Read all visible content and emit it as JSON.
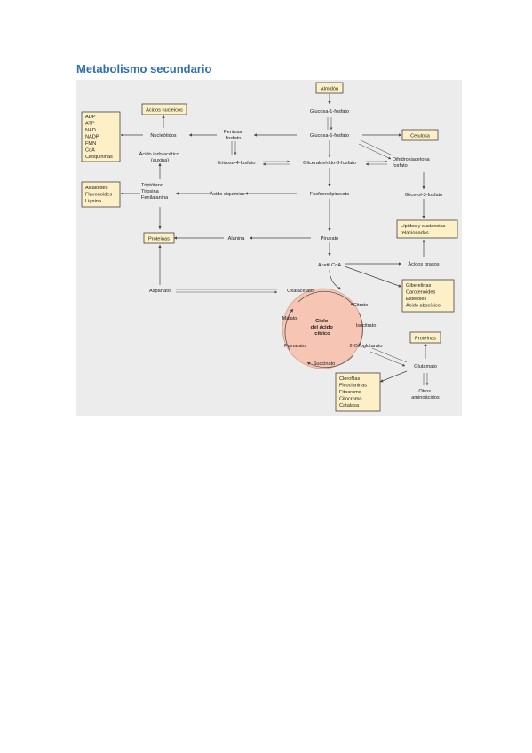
{
  "title": "Metabolismo secundario",
  "colors": {
    "title": "#2f6fb3",
    "panel": "#ececec",
    "box_fill": "#fdf0c6",
    "cycle_fill": "#f6c5b3"
  },
  "diagram": {
    "boxes": {
      "almidon": "Almidón",
      "acidos_nucleicos": "Ácidos nucleicos",
      "celulosa": "Celulosa",
      "nucleotide_products": [
        "ADP",
        "ATP",
        "NAD",
        "NADP",
        "FMN",
        "CoA",
        "Citoquininas"
      ],
      "aromatic_products": [
        "Alcaloides",
        "Flavonoides",
        "Lignina"
      ],
      "proteinas_left": "Proteínas",
      "lipidos": [
        "Lípidos y sustancias",
        "relacionadas"
      ],
      "terpenoids": [
        "Giberelinas",
        "Carotenoides",
        "Esteroles",
        "Ácido abscísico"
      ],
      "proteinas_right": "Proteínas",
      "pigments": [
        "Clorofilas",
        "Ficocianinas",
        "Fitocromo",
        "Citocromo",
        "Catalasa"
      ]
    },
    "labels": {
      "glucosa1": "Glucosa-1-fosfato",
      "glucosa6": "Glucosa-6-fosfato",
      "nucleotidos": "Nucleótidos",
      "pentosa": [
        "Pentosa",
        "fosfato"
      ],
      "indolacetico": [
        "Ácido indolacético",
        "(auxina)"
      ],
      "eritrosa": "Eritrosa-4-fosfato",
      "gliceraldehido": "Gliceraldehído-3-fosfato",
      "dihidroxiacetona": [
        "Dihidroxiacetona",
        "fosfato"
      ],
      "aminoacidos_aromaticos": [
        "Triptófano",
        "Tirosina",
        "Fenilalanina"
      ],
      "siquimico": "Ácido siquímico",
      "fosfoenolpiruvato": "Fosfoenolpiruvato",
      "glicerol3": "Glicerol-3-fosfato",
      "alanina": "Alanina",
      "piruvato": "Piruvato",
      "acetil_coa": "Acetil CoA",
      "acidos_grasos": "Ácidos grasos",
      "aspartato": "Aspartato",
      "oxalacetato": "Oxalacetato",
      "citrato": "Citrato",
      "malato": "Malato",
      "ciclo": [
        "Ciclo",
        "del ácido",
        "cítrico"
      ],
      "isocitrato": "Isocitrato",
      "fumarato": "Fumarato",
      "oxoglutarato": "2-Oxoglutarato",
      "succinato": "Succinato",
      "glutamato": "Glutamato",
      "otros_aminoacidos": [
        "Otros",
        "aminoácidos"
      ]
    }
  }
}
